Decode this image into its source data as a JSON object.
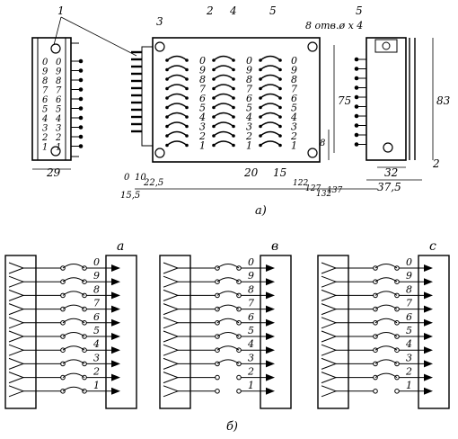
{
  "callouts": {
    "c1": "1",
    "c2": "2",
    "c3": "3",
    "c4": "4",
    "c5": "5"
  },
  "dims": {
    "d29": "29",
    "hole_note": "8 отв.ø x 4",
    "d75": "75",
    "d8": "8",
    "d83": "83",
    "d0": "0",
    "d10": "10",
    "d22_5": "22,5",
    "d15_5": "15,5",
    "d20": "20",
    "d15": "15",
    "d122": "122",
    "d127": "127",
    "d132": "132",
    "d137": "137",
    "d32": "32",
    "d2": "2",
    "d37_5": "37,5"
  },
  "captions": {
    "a": "а)",
    "b": "б)"
  },
  "digits": [
    "0",
    "9",
    "8",
    "7",
    "6",
    "5",
    "4",
    "3",
    "2",
    "1"
  ],
  "front_left_digits": [
    "0",
    "9",
    "8",
    "7",
    "6",
    "5",
    "4",
    "3",
    "2",
    "1"
  ],
  "front_right_digits": [
    "0",
    "9",
    "8",
    "7",
    "6",
    "5",
    "4",
    "3",
    "2",
    "1"
  ],
  "schematics": [
    {
      "letter": "а",
      "variant": "a"
    },
    {
      "letter": "в",
      "variant": "b"
    },
    {
      "letter": "с",
      "variant": "c"
    }
  ]
}
